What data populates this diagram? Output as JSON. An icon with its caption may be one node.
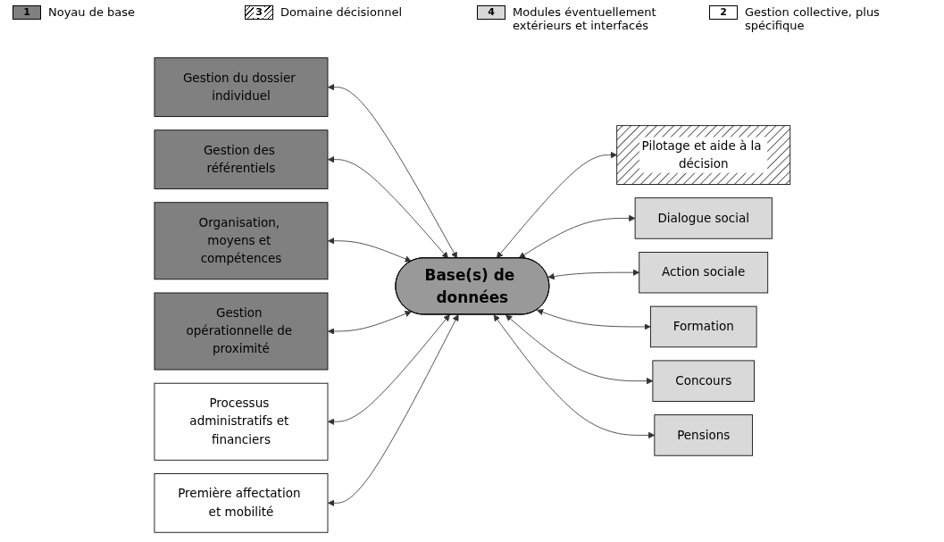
{
  "diagram": {
    "nodes": [
      {
        "text": [
          "Base(s) de données"
        ]
      },
      {
        "text": [
          "Gestion du dossier individuel"
        ]
      },
      {
        "text": [
          "Gestion des référentiels"
        ]
      },
      {
        "text": [
          "Pilotage et aide à la décision"
        ]
      },
      {
        "text": [
          "Organisation, moyens et compétences"
        ]
      },
      {
        "text": [
          "Dialogue social"
        ]
      },
      {
        "text": [
          "Action sociale"
        ]
      },
      {
        "text": [
          "Gestion opérationnelle de proximité"
        ]
      },
      {
        "text": [
          "Processus administratifs et financiers"
        ]
      },
      {
        "text": [
          "Formation"
        ]
      },
      {
        "text": [
          "Première affectation et mobilité"
        ]
      },
      {
        "text": [
          "Concours"
        ]
      },
      {
        "text": [
          "Pensions"
        ]
      }
    ],
    "edges": [
      {
        "from": 1,
        "to": 0,
        "arrow": "both"
      },
      {
        "from": 2,
        "to": 0,
        "arrow": "both"
      },
      {
        "from": 0,
        "to": 3,
        "arrow": "both"
      },
      {
        "from": 4,
        "to": 0,
        "arrow": "both"
      },
      {
        "from": 0,
        "to": 5,
        "arrow": "both"
      },
      {
        "from": 0,
        "to": 6,
        "arrow": "both"
      },
      {
        "from": 7,
        "to": 0,
        "arrow": "both"
      },
      {
        "from": 8,
        "to": 0,
        "arrow": "both"
      },
      {
        "from": 0,
        "to": 9,
        "arrow": "both"
      },
      {
        "from": 10,
        "to": 0,
        "arrow": "both"
      },
      {
        "from": 0,
        "to": 11,
        "arrow": "both"
      },
      {
        "from": 0,
        "to": 12,
        "arrow": "both"
      }
    ],
    "labels": [
      "1",
      "3",
      "4",
      "2"
    ],
    "legend": [
      {
        "text": "Noyau de base",
        "color": "#808080"
      },
      {
        "text": "Domaine décisionnel"
      },
      {
        "text": "Modules éventuellement extérieurs et interfacés",
        "color": "#d9d9d9"
      },
      {
        "text": "Gestion collective, plus spécifique",
        "color": "#ffffff"
      }
    ]
  }
}
